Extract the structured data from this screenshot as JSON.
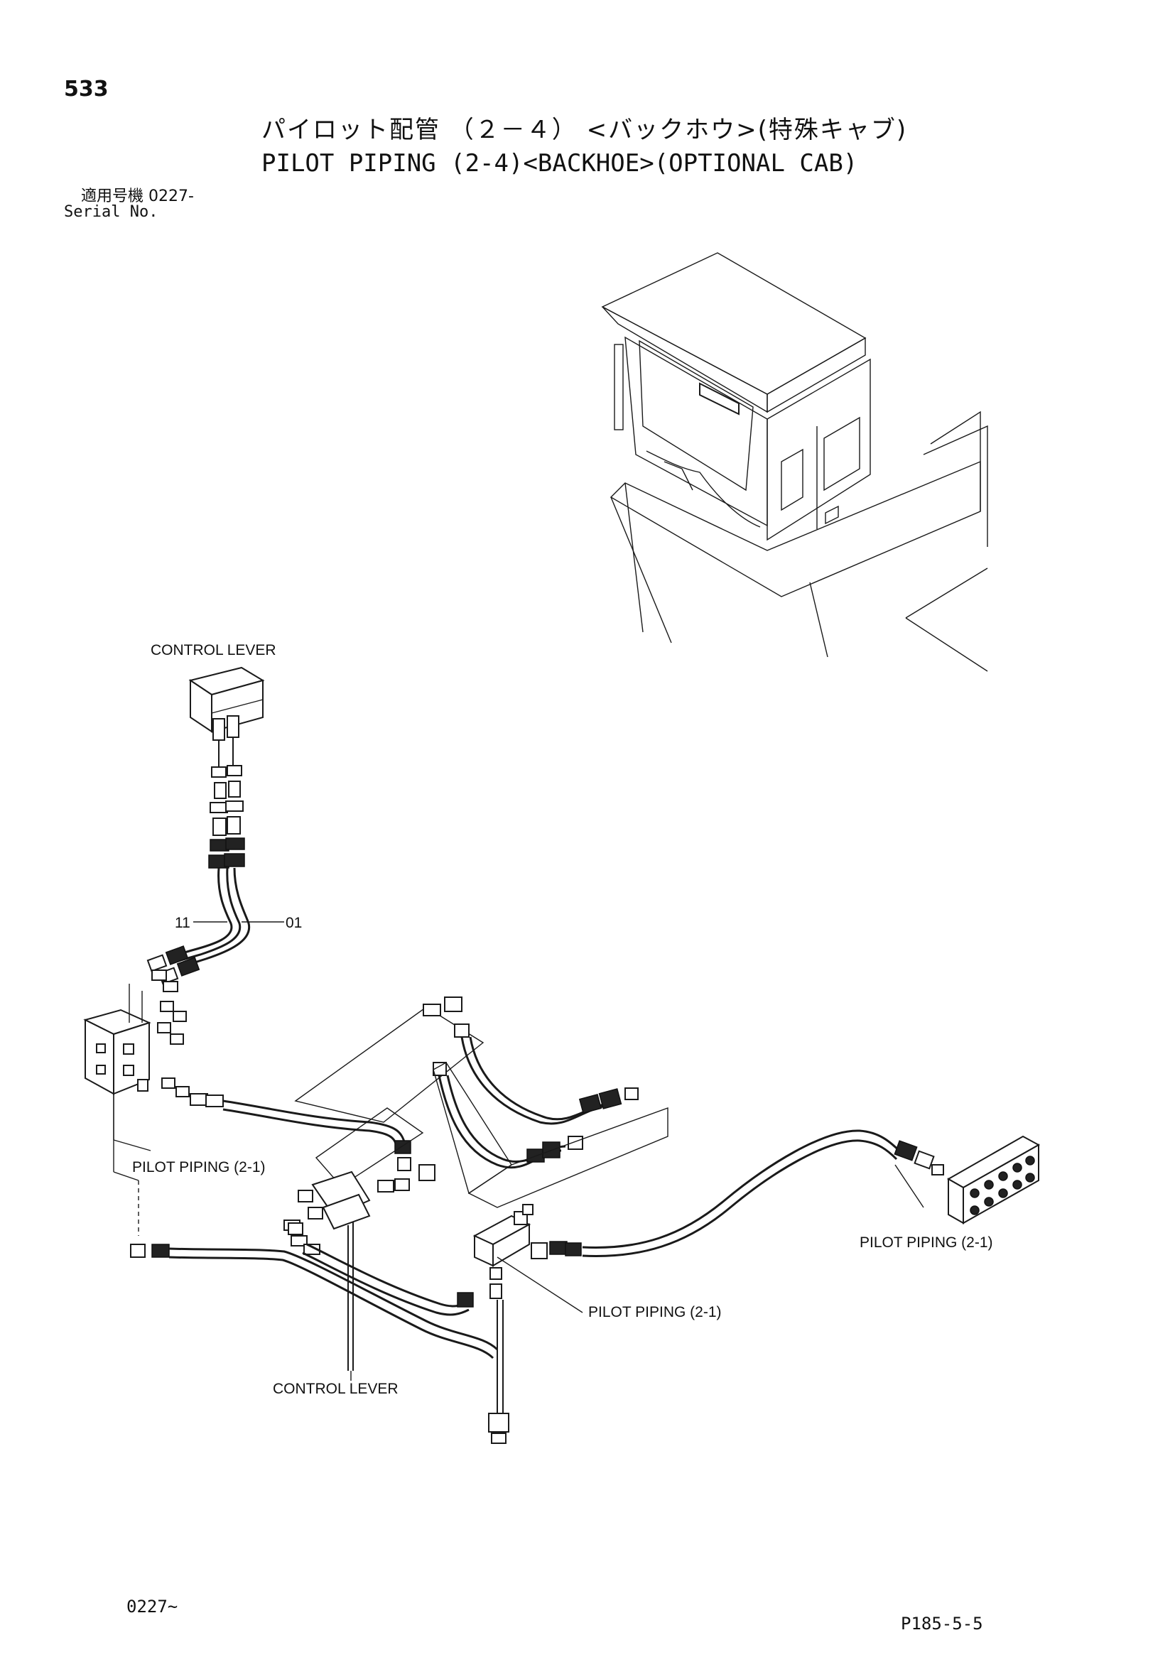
{
  "header": {
    "page_number": "533",
    "title_jp": "パイロット配管 （２－４） <バックホウ>(特殊キャブ)",
    "title_en": "PILOT PIPING (2-4)<BACKHOE>(OPTIONAL CAB)",
    "serial_label_jp": "適用号機  0227-",
    "serial_label_en": "Serial No."
  },
  "diagram": {
    "labels": {
      "control_lever_top": "CONTROL LEVER",
      "part_11": "11",
      "part_01": "01",
      "pilot_piping_left": "PILOT PIPING (2-1)",
      "pilot_piping_right": "PILOT PIPING (2-1)",
      "pilot_piping_center": "PILOT PIPING (2-1)",
      "control_lever_bottom": "CONTROL LEVER"
    }
  },
  "footer": {
    "serial_range": "0227~",
    "page_code": "P185-5-5"
  }
}
